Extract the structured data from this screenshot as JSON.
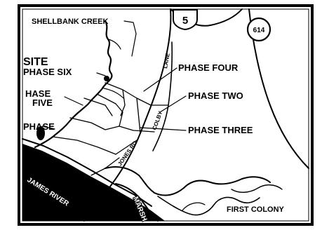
{
  "map": {
    "labels": {
      "shellbank_creek": "SHELLBANK CREEK",
      "site": "SITE",
      "phase_six": "PHASE SIX",
      "phase_five_top": "HASE",
      "phase_five_bottom": "FIVE",
      "phase_one": "PHASE",
      "phase_four": "PHASE FOUR",
      "phase_two": "PHASE TWO",
      "phase_three": "PHASE THREE",
      "james_river": "JAMES RIVER",
      "first_colony": "FIRST COLONY",
      "lane": "LANE",
      "colby": "COLBY",
      "jones_rd": "JONES RD",
      "marsh": "MARSH"
    },
    "route_shields": {
      "route_5": "5",
      "route_614": "614"
    }
  }
}
